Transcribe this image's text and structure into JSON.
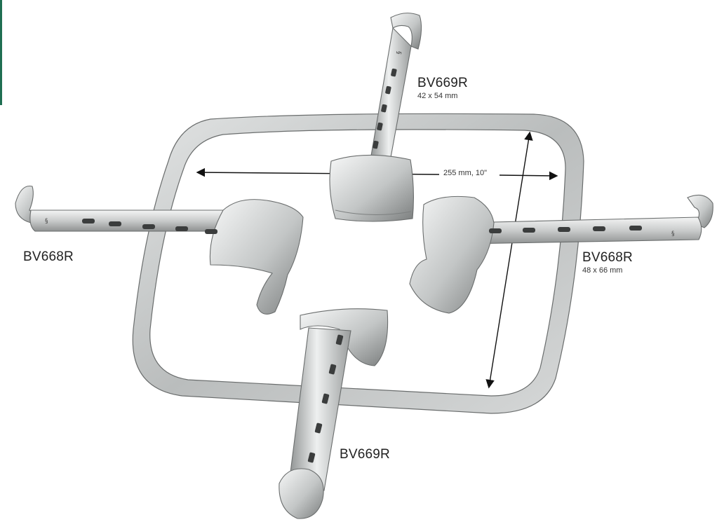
{
  "instruments": [
    {
      "id": "top-blade",
      "model": "BV669R",
      "size": "42 x 54 mm"
    },
    {
      "id": "left-blade",
      "model": "BV668R"
    },
    {
      "id": "right-blade",
      "model": "BV668R",
      "size": "48 x 66 mm"
    },
    {
      "id": "bottom-blade",
      "model": "BV669R"
    }
  ],
  "frame": {
    "width_dimension": "255 mm, 10\""
  },
  "colors": {
    "metal_light": "#e9eaea",
    "metal_mid": "#b9bbbb",
    "metal_dark": "#7d8080",
    "outline": "#6a6d6d",
    "edge_accent": "#1f6e52"
  }
}
